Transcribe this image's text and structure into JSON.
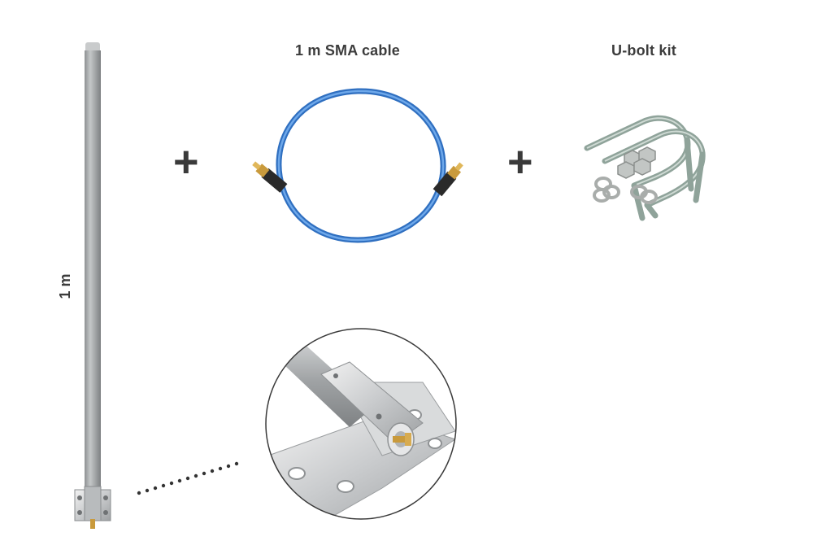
{
  "captions": {
    "cable": "1 m SMA cable",
    "ubolt": "U-bolt kit",
    "length": "1 m"
  },
  "symbols": {
    "plus": "+"
  },
  "icons": [
    "antenna",
    "sma-cable",
    "u-bolt-kit",
    "mount-detail-magnifier"
  ],
  "colors": {
    "antenna_gray": "#a7aaab",
    "cable_blue": "#3a7fd0",
    "connector_gold": "#c99a3c",
    "bolt_green": "#8fa39a",
    "text_dark": "#3c3c3c"
  }
}
